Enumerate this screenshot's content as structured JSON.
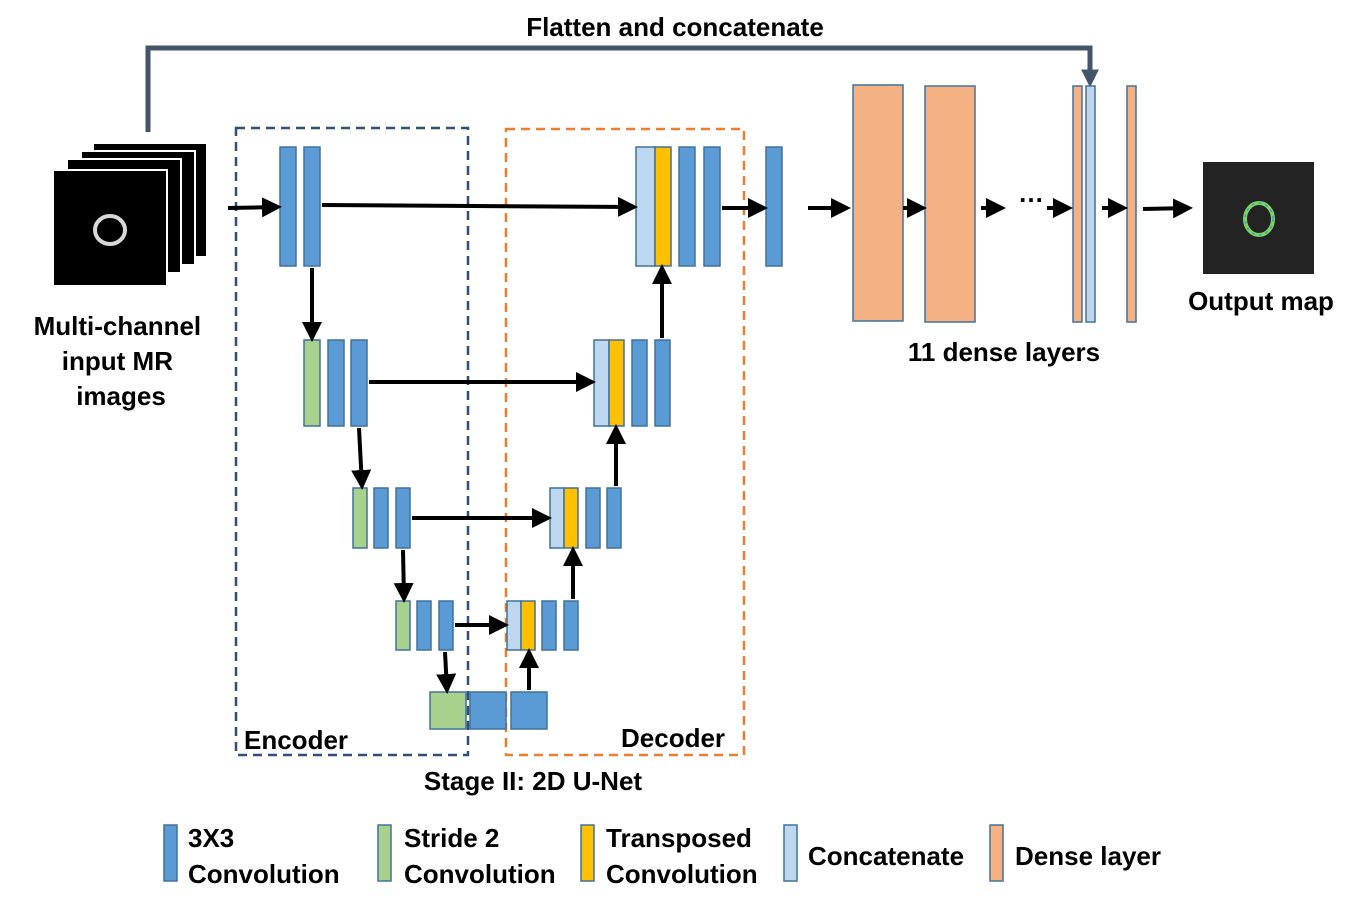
{
  "title": "Flatten and concatenate",
  "input_label": [
    "Multi-channel",
    "input MR",
    "images"
  ],
  "encoder_label": "Encoder",
  "decoder_label": "Decoder",
  "stage_label": "Stage II: 2D U-Net",
  "dense_label": "11 dense layers",
  "ellipsis": "…",
  "output_label": "Output map",
  "legend": [
    {
      "name": "conv3x3",
      "lines": [
        "3X3",
        "Convolution"
      ],
      "color": "#5B9BD5"
    },
    {
      "name": "stride2",
      "lines": [
        "Stride 2",
        "Convolution"
      ],
      "color": "#A9D18E"
    },
    {
      "name": "transposed",
      "lines": [
        "Transposed",
        "Convolution"
      ],
      "color": "#FFC000"
    },
    {
      "name": "concatenate",
      "lines": [
        "Concatenate"
      ],
      "color": "#BDD7EE"
    },
    {
      "name": "dense",
      "lines": [
        "Dense layer"
      ],
      "color": "#F4B183"
    }
  ],
  "colors": {
    "conv": "#5B9BD5",
    "stride": "#A9D18E",
    "transposed": "#FFC000",
    "concat": "#BDD7EE",
    "dense": "#F4B183",
    "block_stroke": "#41719C",
    "encoder_box": "#2E4F7A",
    "decoder_box": "#ED7D31",
    "skip_line": "#44546A"
  }
}
